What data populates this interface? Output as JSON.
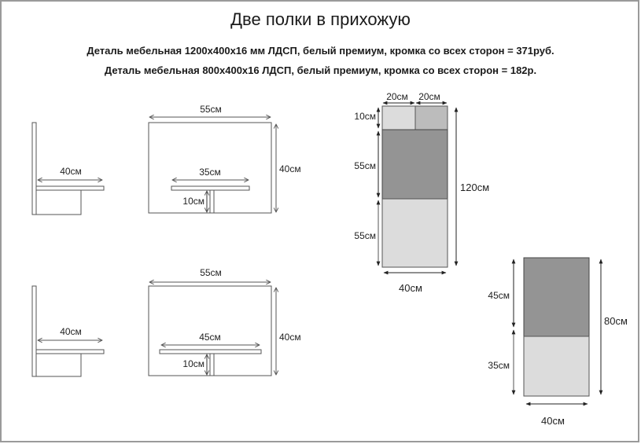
{
  "title": "Две полки в прихожую",
  "details": [
    "Деталь мебельная 1200x400x16 мм ЛДСП, белый премиум, кромка со всех сторон = 371руб.",
    "Деталь мебельная 800x400x16 ЛДСП, белый премиум, кромка со всех сторон = 182р."
  ],
  "shelf1": {
    "side_view": {
      "depth_label": "40см"
    },
    "front_view": {
      "width_label": "55см",
      "height_label": "40см",
      "shelf_label": "35см",
      "post_label": "10см"
    }
  },
  "shelf2": {
    "side_view": {
      "depth_label": "40см"
    },
    "front_view": {
      "width_label": "55см",
      "height_label": "40см",
      "shelf_label": "45см",
      "post_label": "10см"
    }
  },
  "cut_plan_1200": {
    "top_left_width": "20см",
    "top_right_width": "20см",
    "top_height": "10см",
    "middle_height": "55см",
    "bottom_height": "55см",
    "total_height": "120см",
    "total_width": "40см",
    "colors": {
      "light": "#dcdcdc",
      "mid": "#bcbcbc",
      "dark": "#949494"
    }
  },
  "cut_plan_800": {
    "top_height": "45см",
    "bottom_height": "35см",
    "total_height": "80см",
    "total_width": "40см",
    "colors": {
      "light": "#dcdcdc",
      "dark": "#949494"
    }
  }
}
